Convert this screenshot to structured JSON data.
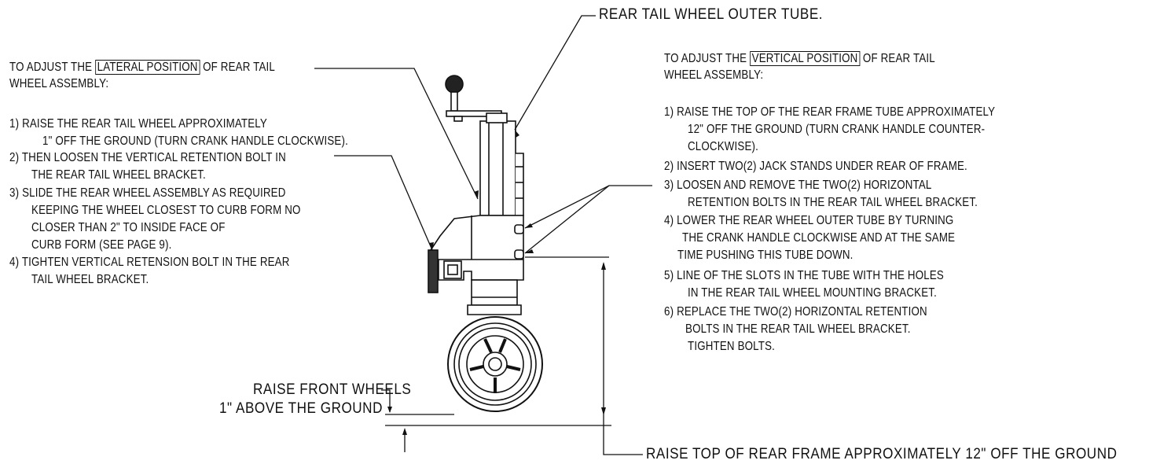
{
  "callouts": {
    "outer_tube": "REAR TAIL WHEEL OUTER TUBE.",
    "raise_front_line1": "RAISE FRONT WHEELS",
    "raise_front_line2": "1\" ABOVE THE GROUND",
    "raise_rear": "RAISE TOP OF REAR FRAME APPROXIMATELY 12\" OFF THE GROUND"
  },
  "lateral": {
    "heading_prefix": "TO ADJUST THE",
    "heading_boxed": "LATERAL POSITION",
    "heading_suffix": "OF REAR TAIL",
    "heading_line2": "WHEEL ASSEMBLY:",
    "lines": [
      "1) RAISE THE REAR TAIL WHEEL APPROXIMATELY",
      "1\" OFF THE GROUND (TURN CRANK HANDLE CLOCKWISE).",
      "2) THEN LOOSEN THE VERTICAL RETENTION BOLT IN",
      "THE REAR TAIL WHEEL BRACKET.",
      "3) SLIDE THE REAR WHEEL ASSEMBLY AS REQUIRED",
      "KEEPING THE WHEEL CLOSEST TO CURB FORM NO",
      "CLOSER THAN 2\" TO INSIDE FACE OF",
      "CURB FORM (SEE PAGE 9).",
      "4) TIGHTEN VERTICAL RETENSION BOLT IN THE REAR",
      "TAIL WHEEL BRACKET."
    ]
  },
  "vertical": {
    "heading_prefix": "TO ADJUST THE",
    "heading_boxed": "VERTICAL POSITION",
    "heading_suffix": "OF REAR TAIL",
    "heading_line2": "WHEEL ASSEMBLY:",
    "lines": [
      "1) RAISE THE TOP OF THE REAR FRAME TUBE APPROXIMATELY",
      "12\" OFF THE GROUND (TURN CRANK HANDLE COUNTER-",
      "CLOCKWISE).",
      "2) INSERT TWO(2) JACK STANDS UNDER REAR OF FRAME.",
      "3) LOOSEN AND REMOVE THE TWO(2) HORIZONTAL",
      "RETENTION BOLTS IN THE REAR TAIL WHEEL BRACKET.",
      "4) LOWER THE REAR WHEEL OUTER TUBE BY TURNING",
      "THE CRANK HANDLE CLOCKWISE AND AT THE SAME",
      "TIME PUSHING THIS TUBE DOWN.",
      "5) LINE OF THE SLOTS IN THE TUBE WITH THE HOLES",
      "IN THE REAR TAIL WHEEL MOUNTING BRACKET.",
      "6) REPLACE THE TWO(2) HORIZONTAL RETENTION",
      "BOLTS IN THE REAR TAIL WHEEL BRACKET.",
      "TIGHTEN BOLTS."
    ]
  }
}
